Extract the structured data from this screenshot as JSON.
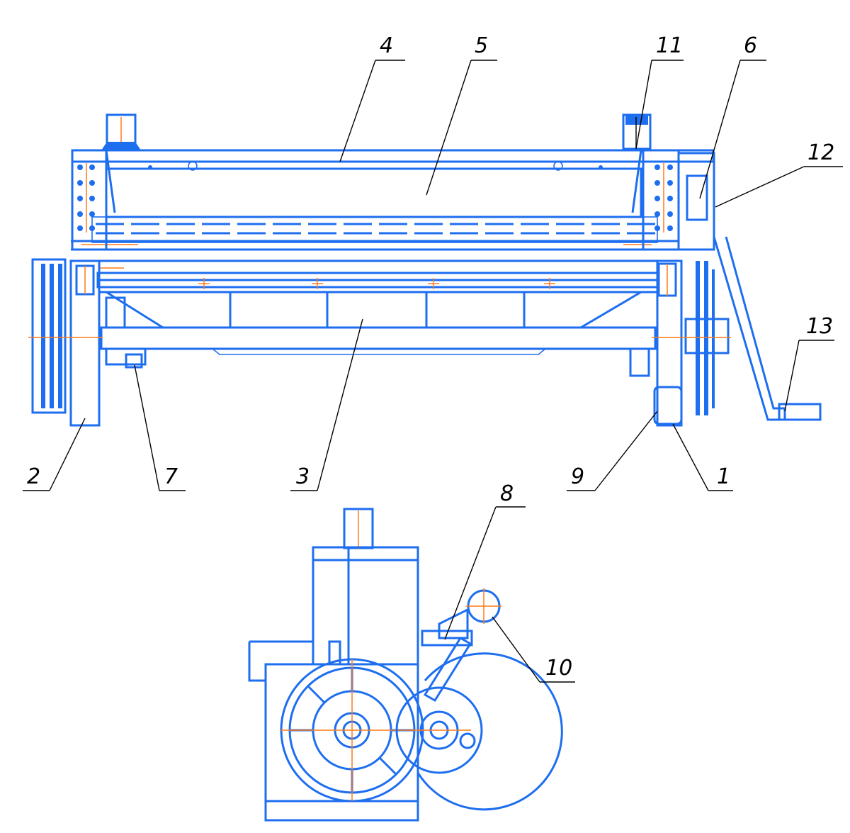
{
  "callouts": [
    {
      "id": "c1",
      "label": "1"
    },
    {
      "id": "c2",
      "label": "2"
    },
    {
      "id": "c3",
      "label": "3"
    },
    {
      "id": "c4",
      "label": "4"
    },
    {
      "id": "c5",
      "label": "5"
    },
    {
      "id": "c6",
      "label": "6"
    },
    {
      "id": "c7",
      "label": "7"
    },
    {
      "id": "c8",
      "label": "8"
    },
    {
      "id": "c9",
      "label": "9"
    },
    {
      "id": "c10",
      "label": "10"
    },
    {
      "id": "c11",
      "label": "11"
    },
    {
      "id": "c12",
      "label": "12"
    },
    {
      "id": "c13",
      "label": "13"
    }
  ],
  "colors": {
    "outline": "#1e6ef0",
    "centerline": "#ff7a1a",
    "leader": "#000000",
    "background": "#ffffff"
  }
}
